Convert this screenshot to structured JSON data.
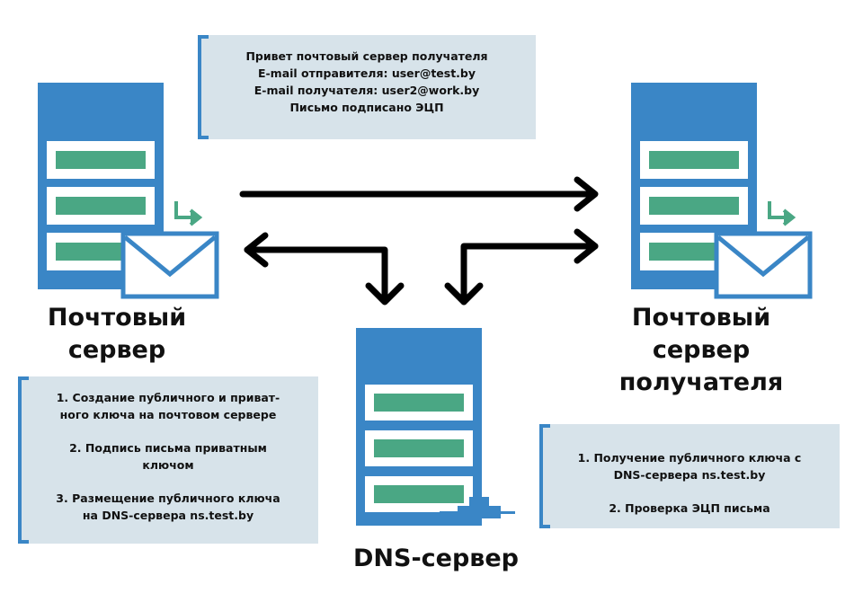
{
  "colors": {
    "server": "#3a86c6",
    "slot": "#4aa784",
    "note_bg": "#d7e3ea",
    "arrow": "#000000"
  },
  "top_note": {
    "lines": [
      "Привет почтовый сервер получателя",
      "E-mail отправителя: user@test.by",
      "E-mail получателя: user2@work.by",
      "Письмо подписано ЭЦП"
    ]
  },
  "sender": {
    "label_lines": [
      "Почтовый",
      "сервер"
    ],
    "icon": "envelope-icon"
  },
  "receiver": {
    "label_lines": [
      "Почтовый",
      "сервер",
      "получателя"
    ],
    "icon": "envelope-icon"
  },
  "dns": {
    "label": "DNS-сервер",
    "icon": "network-plug-icon"
  },
  "sender_steps": [
    [
      "1. Создание публичного и приват-",
      "ного ключа на почтовом сервере"
    ],
    [
      "2. Подпись письма приватным",
      "ключом"
    ],
    [
      "3. Размещение публичного ключа",
      "на DNS-сервера ns.test.by"
    ]
  ],
  "receiver_steps": [
    [
      "1. Получение публичного ключа с",
      "DNS-сервера ns.test.by"
    ],
    [
      "2.  Проверка ЭЦП письма"
    ]
  ]
}
